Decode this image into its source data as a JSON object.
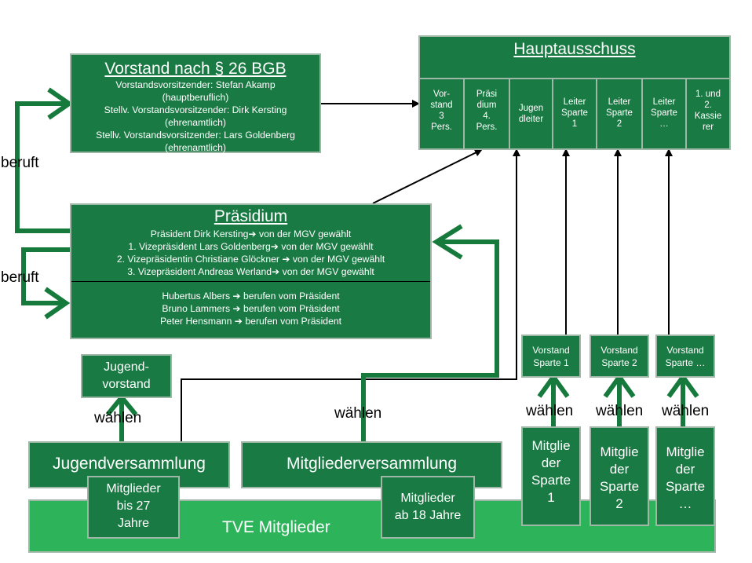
{
  "vorstand": {
    "title": "Vorstand nach  § 26 BGB",
    "lines": [
      "Vorstandsvorsitzender:  Stefan Akamp",
      "(hauptberuflich)",
      "Stellv. Vorstandsvorsitzender:  Dirk Kersting",
      "(ehrenamtlich)",
      "Stellv. Vorstandsvorsitzender:  Lars Goldenberg",
      "(ehrenamtlich)"
    ]
  },
  "hauptausschuss": {
    "title": "Hauptausschuss",
    "cells": [
      "Vor-\nstand\n3\nPers.",
      "Präsi\ndium\n4.\nPers.",
      "Jugen\ndleiter",
      "Leiter\nSparte\n1",
      "Leiter\nSparte\n2",
      "Leiter\nSparte\n…",
      "1. und\n2.\nKassie\nrer"
    ]
  },
  "praesidium": {
    "title": "Präsidium",
    "lines": [
      "Präsident Dirk Kersting➔ von der MGV gewählt",
      "1. Vizepräsident Lars Goldenberg➔  von der MGV gewählt",
      "2. Vizepräsidentin Christiane Glöckner ➔ von der MGV gewählt",
      "3. Vizepräsident Andreas Werland➔ von der MGV gewählt"
    ],
    "appointed": [
      "Hubertus Albers ➔ berufen vom Präsident",
      "Bruno Lammers ➔ berufen vom Präsident",
      "Peter Hensmann ➔ berufen vom Präsident"
    ]
  },
  "labels": {
    "beruft1": "beruft",
    "beruft2": "beruft",
    "waehlen_jugend": "wählen",
    "waehlen_mgv": "wählen",
    "waehlen_s1": "wählen",
    "waehlen_s2": "wählen",
    "waehlen_s3": "wählen"
  },
  "jugendvorstand": "Jugend-\nvorstand",
  "sparten_vorstand": [
    "Vorstand\nSparte 1",
    "Vorstand\nSparte 2",
    "Vorstand\nSparte …"
  ],
  "sparten_mitglieder": [
    "Mitglie\nder\nSparte\n1",
    "Mitglie\nder\nSparte\n2",
    "Mitglie\nder\nSparte\n…"
  ],
  "jugendversammlung": "Jugendversammlung",
  "mitgliederversammlung": "Mitgliederversammlung",
  "mitglieder_27": "Mitglieder\nbis 27\nJahre",
  "mitglieder_18": "Mitglieder\nab 18 Jahre",
  "tve": "TVE  Mitglieder",
  "colors": {
    "dark_green": "#1a7a44",
    "light_green": "#2db35a",
    "arrow_green": "#157a3c"
  }
}
